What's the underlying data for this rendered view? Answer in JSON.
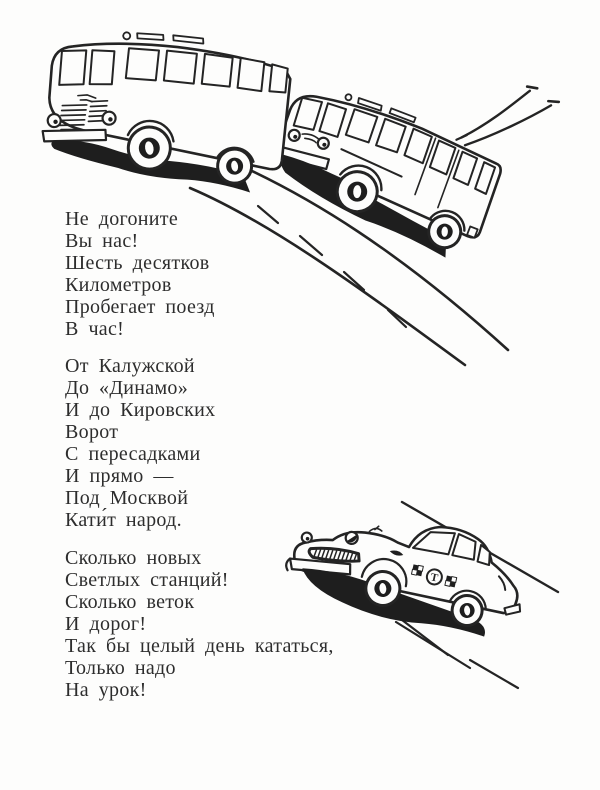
{
  "page": {
    "paper_color": "#fdfdfc",
    "ink_color": "#242424"
  },
  "poem": {
    "stanzas": [
      {
        "lines": [
          "Не догоните",
          "Вы нас!",
          "Шесть десятков",
          "Километров",
          "Пробегает поезд",
          "В час!"
        ]
      },
      {
        "lines": [
          "От Калужской",
          "До «Динамо»",
          "И до Кировских",
          "Ворот",
          "С пересадками",
          "И прямо —",
          "Под Москвой",
          "Кати́т народ."
        ]
      },
      {
        "lines": [
          "Сколько новых",
          "Светлых станций!",
          "Сколько веток",
          "И дорог!",
          "Так бы целый день кататься,",
          "Только надо",
          "На урок!"
        ]
      }
    ]
  },
  "illustrations": {
    "top": {
      "left_vehicle": "bus",
      "right_vehicle": "trolleybus"
    },
    "middle": {
      "vehicle": "taxi",
      "taxi_sign": "Т"
    }
  }
}
